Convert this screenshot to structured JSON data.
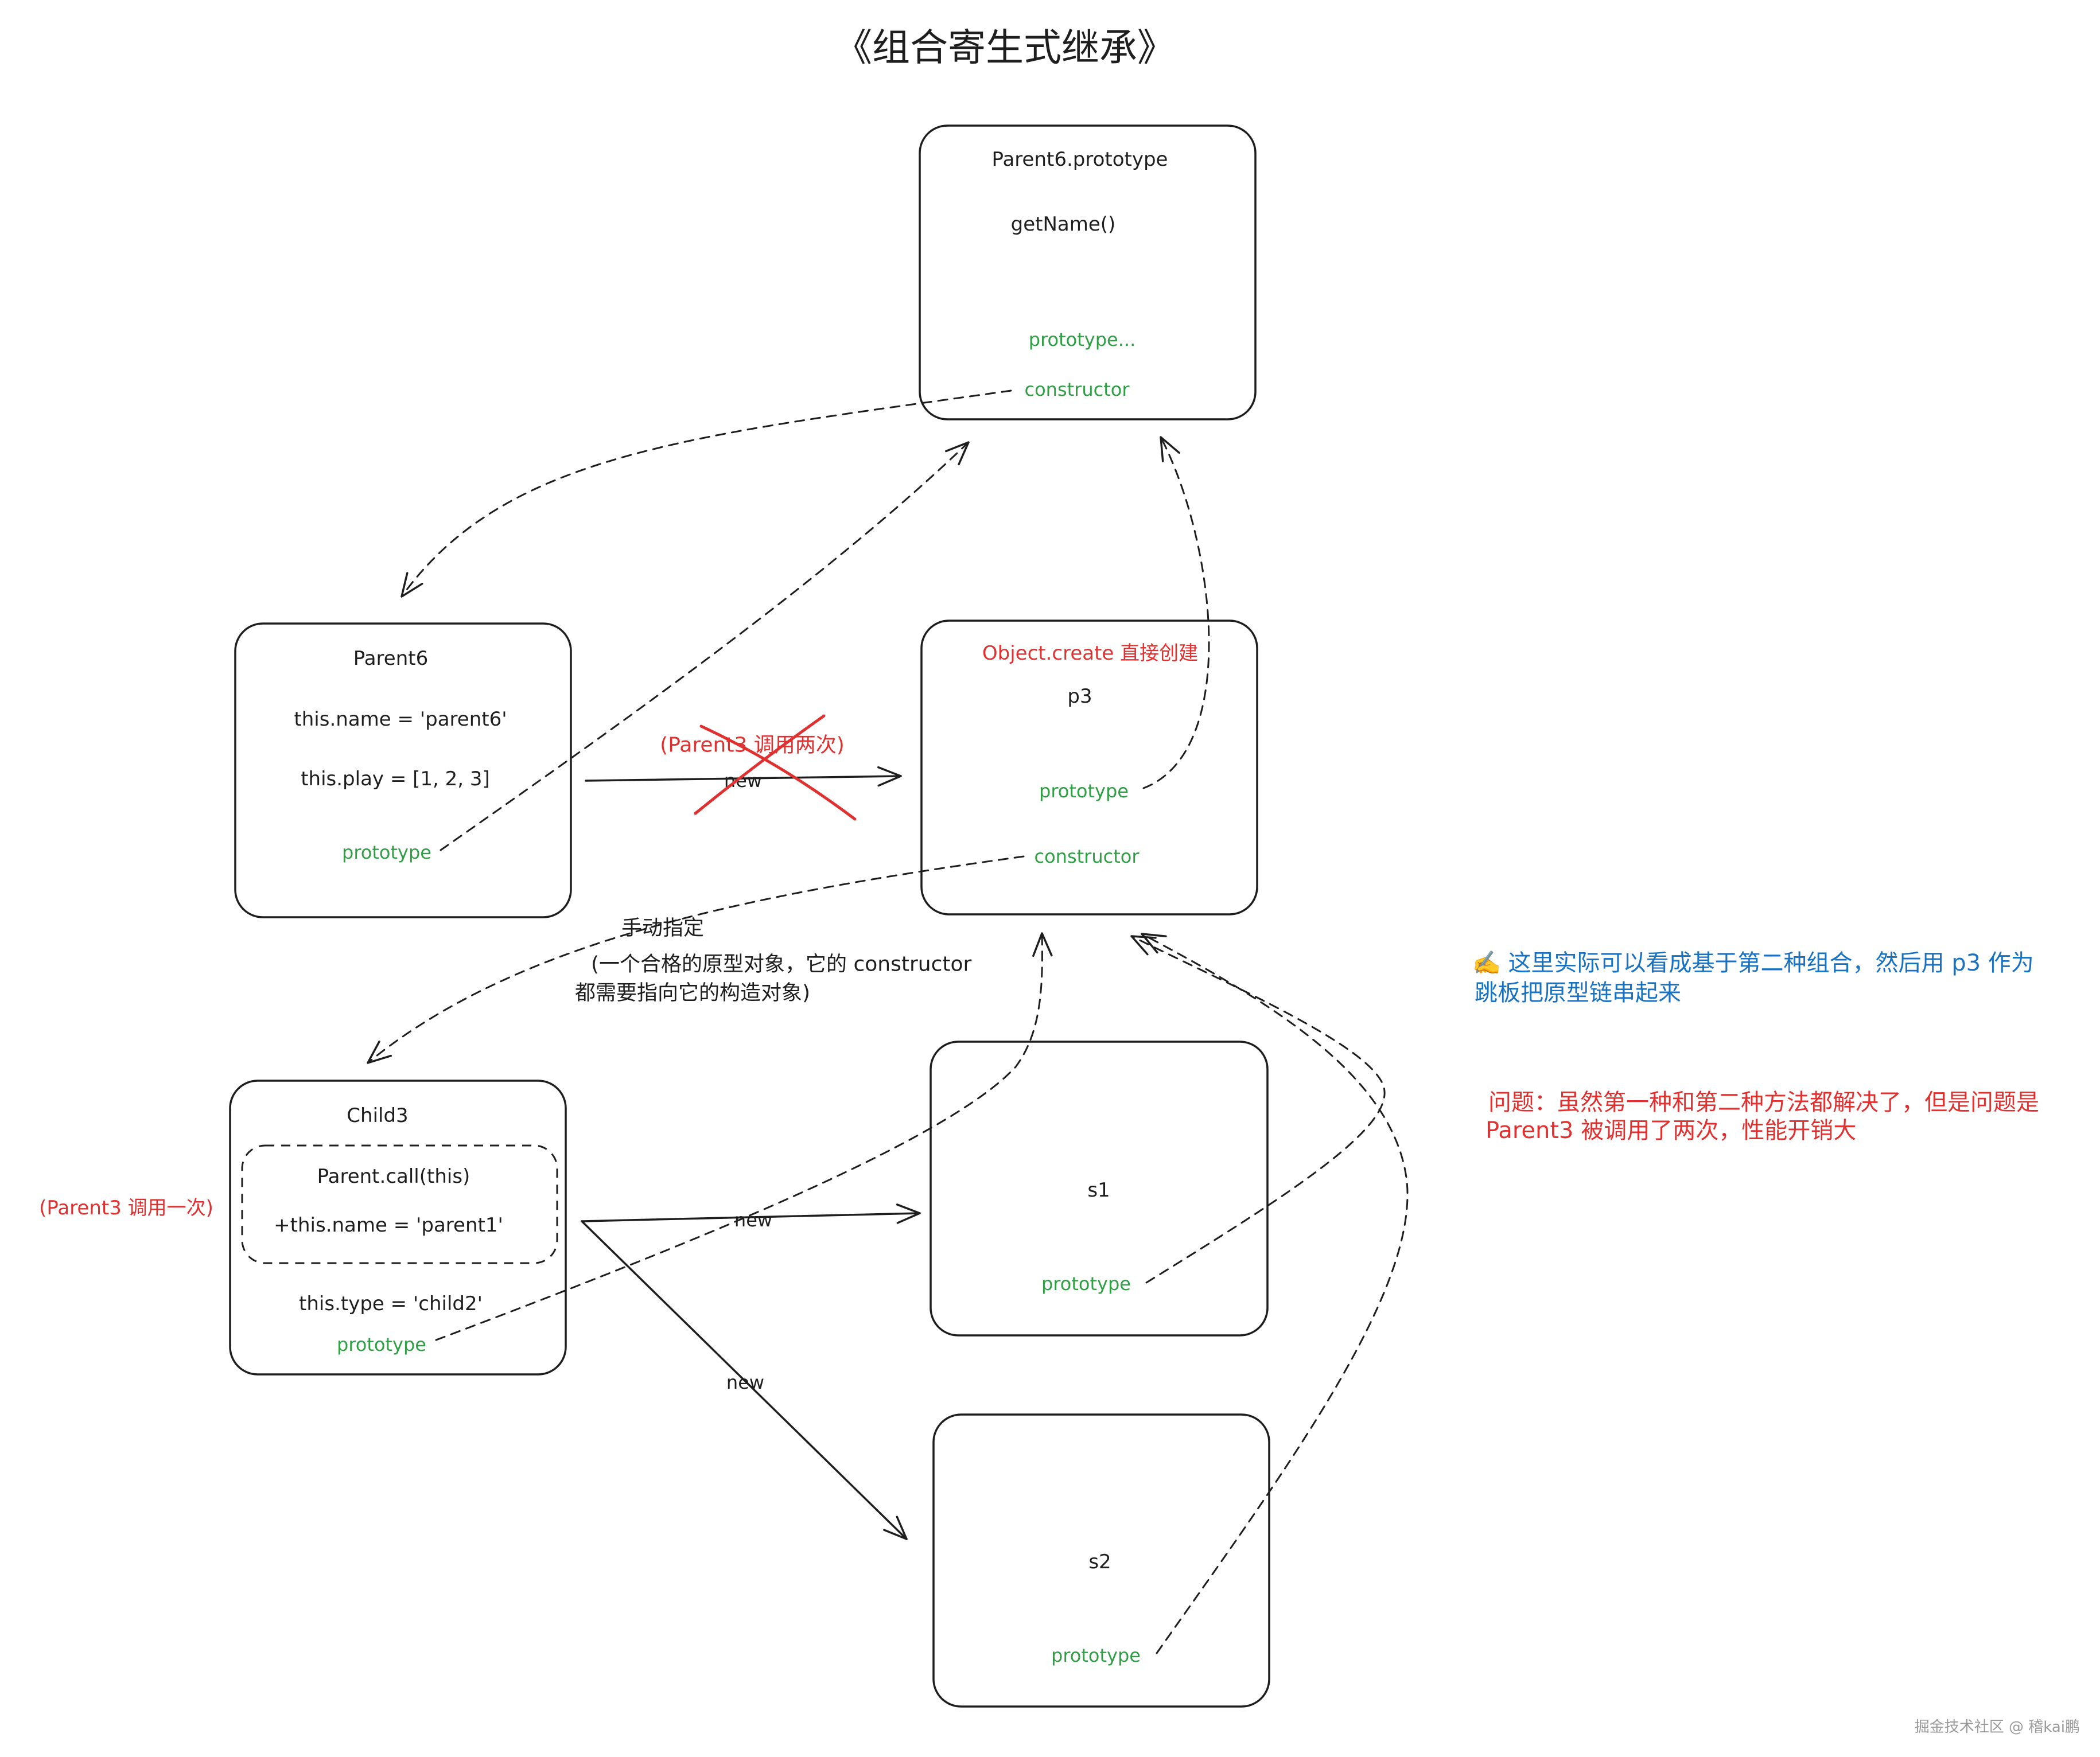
{
  "title": "《组合寄生式继承》",
  "nodes": {
    "parent6_prototype": {
      "title": "Parent6.prototype",
      "method": "getName()",
      "prototype_text": "prototype...",
      "constructor_text": "constructor"
    },
    "parent6": {
      "title": "Parent6",
      "name_line": "this.name = 'parent6'",
      "play_line": "this.play = [1, 2, 3]",
      "prototype_text": "prototype"
    },
    "p3": {
      "note": "Object.create 直接创建",
      "title": "p3",
      "prototype_text": "prototype",
      "constructor_text": "constructor"
    },
    "child3": {
      "title": "Child3",
      "call_line": "Parent.call(this)",
      "name_line": "+this.name = 'parent1'",
      "type_line": "this.type = 'child2'",
      "prototype_text": "prototype"
    },
    "s1": {
      "title": "s1",
      "prototype_text": "prototype"
    },
    "s2": {
      "title": "s2",
      "prototype_text": "prototype"
    }
  },
  "edges": {
    "parent6_to_p3": {
      "label": "new",
      "crossed_note": "(Parent3 调用两次)"
    },
    "child3_to_s1": {
      "label": "new"
    },
    "child3_to_s2": {
      "label": "new"
    }
  },
  "annotations": {
    "child3_note": "(Parent3 调用一次)",
    "manual_title": "手动指定",
    "manual_line1": "(一个合格的原型对象，它的 constructor",
    "manual_line2": "都需要指向它的构造对象)",
    "explanation_line1": "✍️ 这里实际可以看成基于第二种组合，然后用 p3 作为",
    "explanation_line2": "跳板把原型链串起来",
    "problem_line1": "问题：虽然第一种和第二种方法都解决了，但是问题是",
    "problem_line2": "Parent3 被调用了两次，性能开销大"
  },
  "watermark": "掘金技术社区 @ 稽kai鹏",
  "colors": {
    "background": "#ffffff",
    "stroke": "#1e1e1e",
    "green": "#2f9e44",
    "red": "#e03131",
    "blue": "#1971c2",
    "watermark": "#9a9a9a"
  }
}
